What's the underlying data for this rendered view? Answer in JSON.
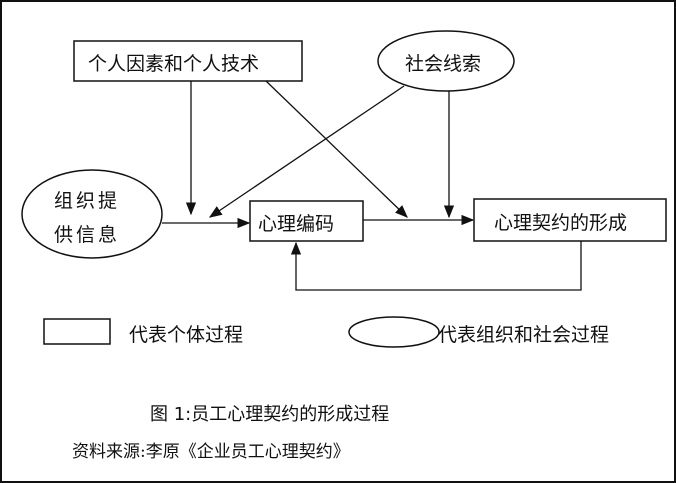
{
  "nodes": {
    "personal_factors": "个人因素和个人技术",
    "social_cues": "社会线索",
    "org_info_line1": "组织提",
    "org_info_line2": "供信息",
    "psych_encoding": "心理编码",
    "contract_formation": "心理契约的形成"
  },
  "legend": {
    "rect_label": "代表个体过程",
    "ellipse_label": "代表组织和社会过程"
  },
  "caption": "图 1:员工心理契约的形成过程",
  "source": "资料来源:李原《企业员工心理契约》"
}
